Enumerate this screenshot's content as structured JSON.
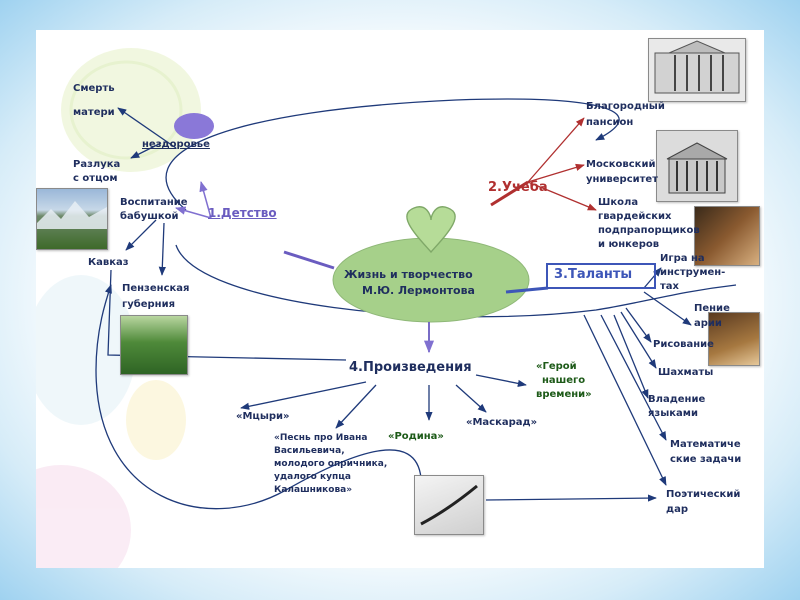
{
  "diagram": {
    "center_line1": "Жизнь и творчество",
    "center_line2": "М.Ю. Лермонтова",
    "branches": {
      "childhood": "1.Детство",
      "study": "2.Учеба",
      "talents": "3.Таланты",
      "works": "4.Произведения"
    },
    "childhood_items": {
      "death_line1": "Смерть",
      "death_line2": "матери",
      "ill": "нездоровье",
      "sep_line1": "Разлука",
      "sep_line2": "с отцом",
      "grand_line1": "Воспитание",
      "grand_line2": "бабушкой",
      "caucasus": "Кавказ",
      "penza_line1": "Пензенская",
      "penza_line2": "губерния"
    },
    "study_items": {
      "pension_line1": "Благородный",
      "pension_line2": "пансион",
      "univ_line1": "Московский",
      "univ_line2": "университет",
      "school_line1": "Школа",
      "school_line2": "гвардейских",
      "school_line3": "подпрапорщиков",
      "school_line4": "и юнкеров"
    },
    "talent_items": {
      "music_line1": "Игра на",
      "music_line2": "инструмен-",
      "music_line3": "тах",
      "singing_line1": "Пение",
      "singing_line2": "арии",
      "drawing": "Рисование",
      "chess": "Шахматы",
      "lang_line1": "Владение",
      "lang_line2": "языками",
      "math_line1": "Математиче",
      "math_line2": "ские задачи",
      "poet_line1": "Поэтический",
      "poet_line2": "дар"
    },
    "works_items": {
      "mtsyri": "«Мцыри»",
      "song_line1": "«Песнь про Ивана",
      "song_line2": "Васильевича,",
      "song_line3": "молодого опричника,",
      "song_line4": "удалого купца",
      "song_line5": "Калашникова»",
      "rodina": "«Родина»",
      "masquerade": "«Маскарад»",
      "hero_line1": "«Герой",
      "hero_line2": "нашего",
      "hero_line3": "времени»"
    },
    "colors": {
      "center_green": "#a6d08a",
      "arrow_navy": "#1f3a7a",
      "arrow_red": "#b03030",
      "childhood_lilac": "#6a5cc0",
      "talents_box": "#3d56b8"
    }
  }
}
